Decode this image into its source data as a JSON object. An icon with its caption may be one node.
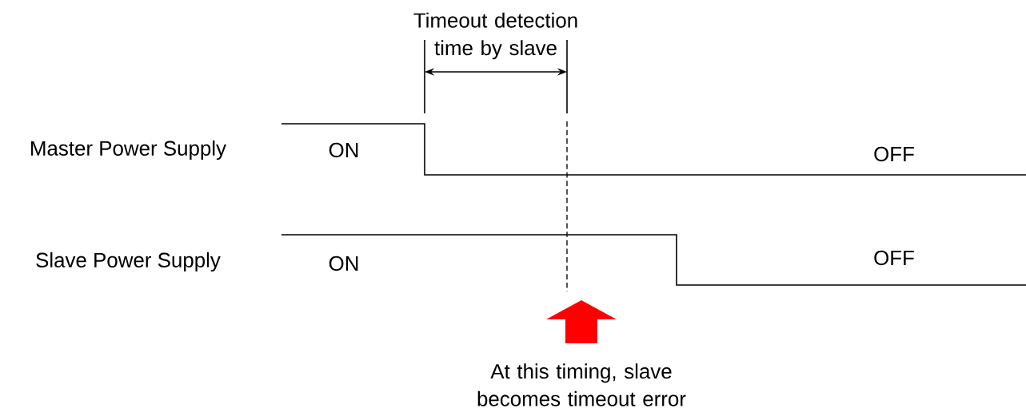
{
  "diagram": {
    "labels": [
      "Timeout detection time by slave",
      "Master Power Supply",
      "ON",
      "OFF",
      "Slave Power Supply",
      "ON",
      "OFF",
      "At this timing, slave becomes timeout error"
    ]
  }
}
